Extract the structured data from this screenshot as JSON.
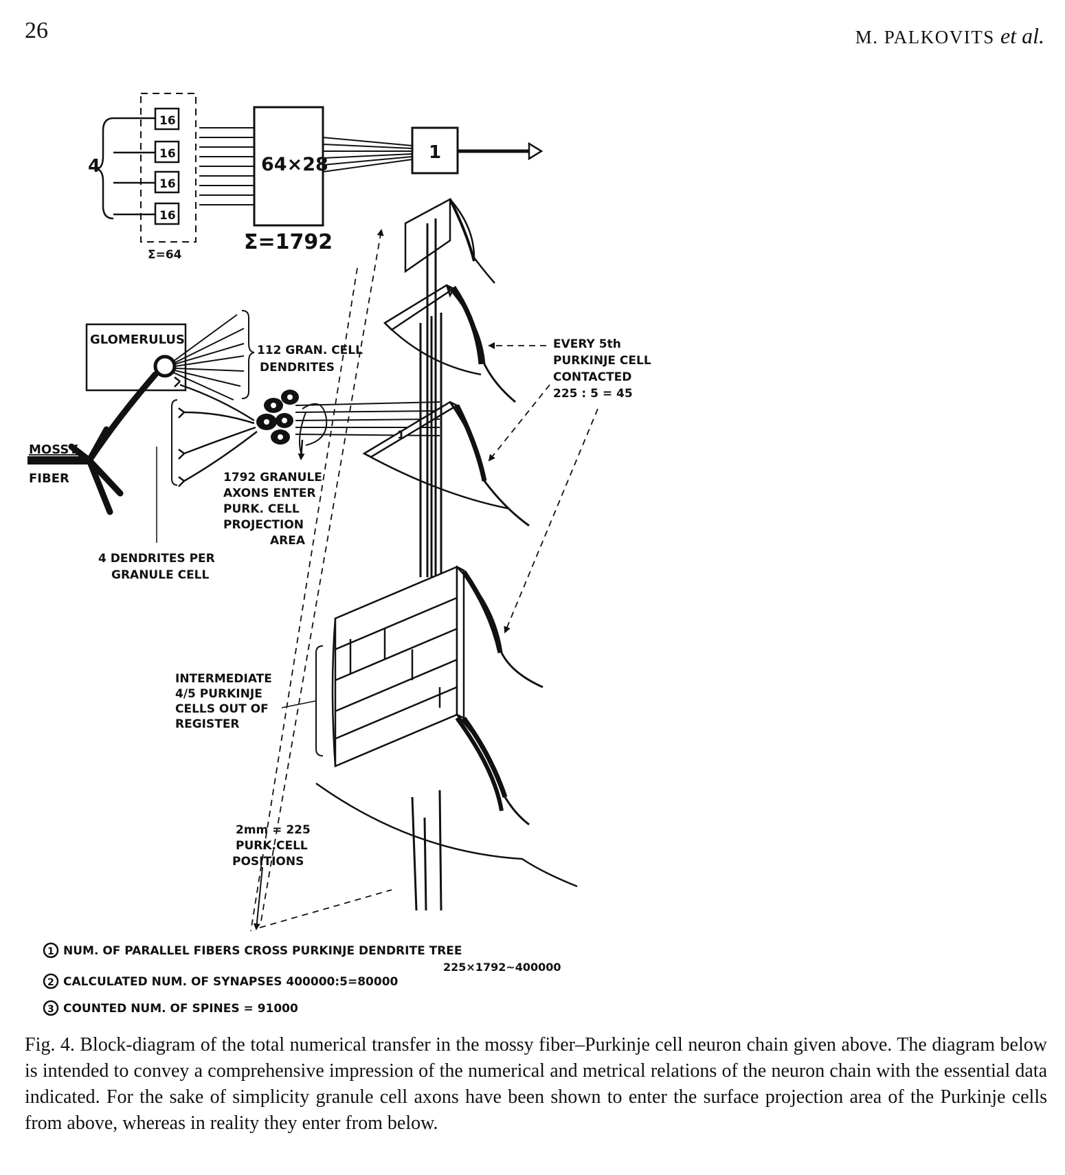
{
  "header": {
    "page_number": "26",
    "authors": "M. PALKOVITS",
    "authors_suffix": "et al."
  },
  "block_diagram": {
    "input_count": "4",
    "input_boxes": [
      "16",
      "16",
      "16",
      "16"
    ],
    "input_sum": "Σ=64",
    "middle_box": "64×28",
    "middle_sum": "Σ=1792",
    "output_box": "1"
  },
  "illustration": {
    "glomerulus": "GLOMERULUS",
    "gran_dendrites": [
      "112 GRAN. CELL",
      "DENDRITES"
    ],
    "mossy_fiber": [
      "MOSSY",
      "FIBER"
    ],
    "granule_axons": [
      "1792 GRANULE",
      "AXONS ENTER",
      "PURK. CELL",
      "PROJECTION",
      "AREA"
    ],
    "dendrites_per_cell": [
      "4 DENDRITES PER",
      "GRANULE CELL"
    ],
    "every_fifth": [
      "EVERY 5th",
      "PURKINJE CELL",
      "CONTACTED",
      "225 : 5 = 45"
    ],
    "intermediate": [
      "INTERMEDIATE",
      "4/5 PURKINJE",
      "CELLS OUT OF",
      "REGISTER"
    ],
    "positions": [
      "2mm = 225",
      "PURK.CELL",
      "POSITIONS"
    ],
    "marker_1": "1"
  },
  "notes": [
    {
      "num": "1",
      "text": "NUM. OF PARALLEL FIBERS CROSS PURKINJE DENDRITE TREE"
    },
    {
      "num": "",
      "text": "225×1792∼400000"
    },
    {
      "num": "2",
      "text": "CALCULATED NUM. OF SYNAPSES 400000:5=80000"
    },
    {
      "num": "3",
      "text": "COUNTED NUM. OF SPINES = 91000"
    }
  ],
  "caption": "Fig. 4. Block-diagram of the total numerical transfer in the mossy fiber–Purkinje cell neuron chain given above. The diagram below is intended to convey a comprehensive impression of the numerical and metrical relations of the neuron chain with the essential data indicated. For the sake of simplicity granule cell axons have been shown to enter the surface projection area of the Purkinje cells from above, whereas in reality they enter from below."
}
